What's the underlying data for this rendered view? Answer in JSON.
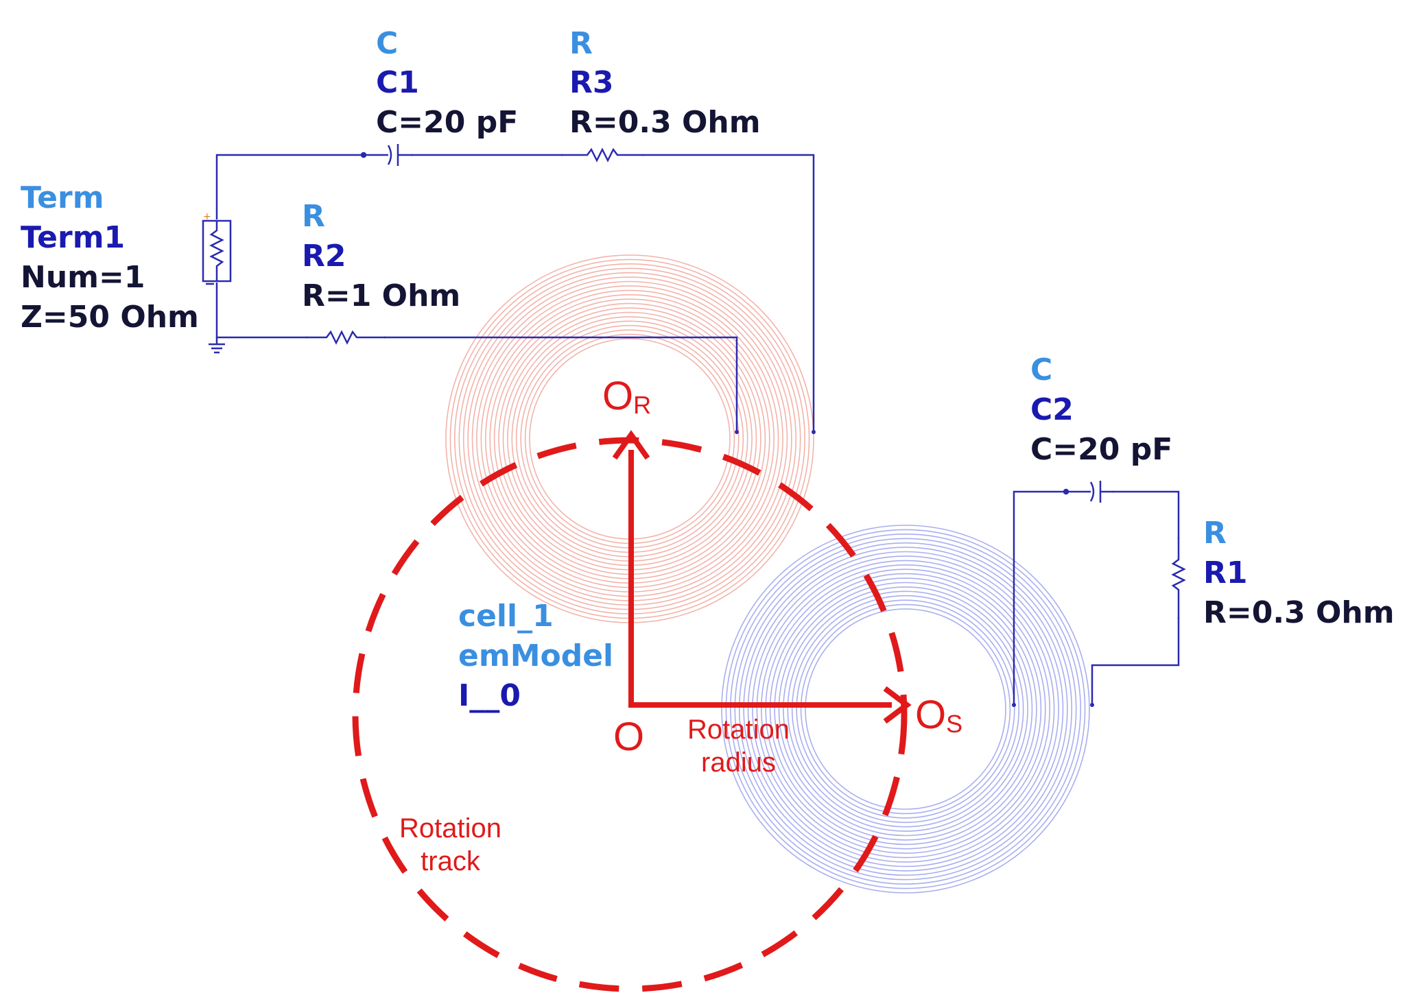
{
  "colors": {
    "wire": "#2a2ab0",
    "rx_coil": "#f2b3aa",
    "tx_coil": "#a9aeee",
    "annotation_red": "#e01a1a",
    "label_type": "#3a8fe0",
    "label_instance": "#1a1ab0",
    "label_param": "#141434"
  },
  "components": {
    "c1": {
      "type": "C",
      "name": "C1",
      "value": "C=20 pF"
    },
    "r3": {
      "type": "R",
      "name": "R3",
      "value": "R=0.3 Ohm"
    },
    "term1": {
      "type": "Term",
      "name": "Term1",
      "num": "Num=1",
      "z": "Z=50 Ohm"
    },
    "r2": {
      "type": "R",
      "name": "R2",
      "value": "R=1 Ohm"
    },
    "c2": {
      "type": "C",
      "name": "C2",
      "value": "C=20 pF"
    },
    "r1": {
      "type": "R",
      "name": "R1",
      "value": "R=0.3 Ohm"
    }
  },
  "em_model": {
    "cell": "cell_1",
    "model": "emModel",
    "instance": "I__0"
  },
  "annotations": {
    "o_r": {
      "main": "O",
      "sub": "R"
    },
    "o_s": {
      "main": "O",
      "sub": "S"
    },
    "o": "O",
    "rotation_radius": [
      "Rotation",
      "radius"
    ],
    "rotation_track": [
      "Rotation",
      "track"
    ]
  },
  "icons": [
    "capacitor-icon",
    "resistor-icon",
    "port-icon",
    "ground-icon",
    "spiral-coil-icon",
    "arrow-icon"
  ]
}
